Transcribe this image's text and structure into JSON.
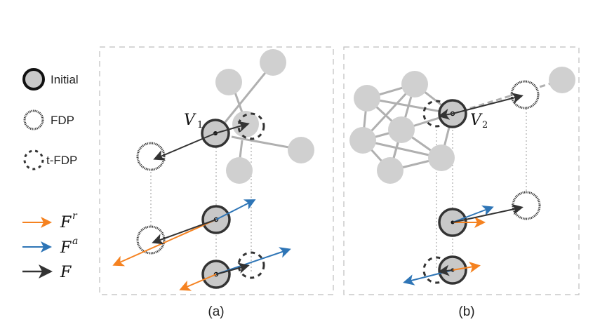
{
  "legend": {
    "nodes": [
      {
        "label": "Initial",
        "style": "solid"
      },
      {
        "label": "FDP",
        "style": "dotted"
      },
      {
        "label": "t-FDP",
        "style": "dashed"
      }
    ],
    "forces": [
      {
        "symbol": "F",
        "superscript": "r",
        "color": "#f58220"
      },
      {
        "symbol": "F",
        "superscript": "a",
        "color": "#2e75b6"
      },
      {
        "symbol": "F",
        "superscript": "",
        "color": "#333333"
      }
    ]
  },
  "panels": [
    {
      "caption": "(a)",
      "vertex_label": "V",
      "vertex_sub": "1"
    },
    {
      "caption": "(b)",
      "vertex_label": "V",
      "vertex_sub": "2"
    }
  ],
  "colors": {
    "repulsive": "#f58220",
    "attractive": "#2e75b6",
    "combined": "#333333",
    "neighbor": "#d0d0d0",
    "edge": "#b0b0b0",
    "frame": "#bdbdbd"
  }
}
